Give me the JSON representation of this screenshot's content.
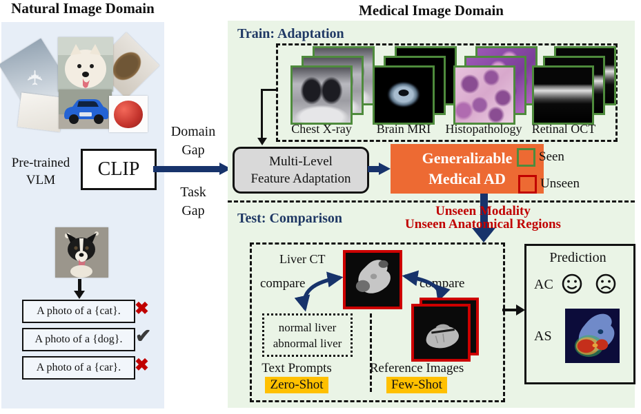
{
  "title_left": "Natural Image Domain",
  "title_right": "Medical Image Domain",
  "left": {
    "pretrained_1": "Pre-trained",
    "pretrained_2": "VLM",
    "clip": "CLIP",
    "prompts": [
      {
        "text": "A photo of a {cat}.",
        "mark": "✖"
      },
      {
        "text": "A photo of a {dog}.",
        "mark": "✔"
      },
      {
        "text": "A photo of a {car}.",
        "mark": "✖"
      }
    ]
  },
  "gap": {
    "domain_1": "Domain",
    "domain_2": "Gap",
    "task_1": "Task",
    "task_2": "Gap"
  },
  "train": {
    "title": "Train: Adaptation",
    "modalities": [
      "Chest X-ray",
      "Brain MRI",
      "Histopathology",
      "Retinal OCT"
    ],
    "adapter_1": "Multi-Level",
    "adapter_2": "Feature Adaptation",
    "model_1": "Generalizable",
    "model_2": "Medical AD",
    "legend_seen": "Seen",
    "legend_unseen": "Unseen"
  },
  "test": {
    "title": "Test: Comparison",
    "unseen_1": "Unseen Modality",
    "unseen_2": "Unseen Anatomical Regions",
    "query": "Liver CT",
    "compare_left": "compare",
    "compare_right": "compare",
    "prompt_1": "normal liver",
    "prompt_2": "abnormal liver",
    "text_prompts": "Text Prompts",
    "zero_shot": "Zero-Shot",
    "reference_images": "Reference Images",
    "few_shot": "Few-Shot",
    "prediction": "Prediction",
    "ac": "AC",
    "as": "AS"
  },
  "icons": {
    "plane": "✈"
  },
  "colors": {
    "navy_arrow": "#17336B",
    "section_navy": "#1F3864",
    "unseen_red": "#C00000",
    "seen_green": "#4E8B3C",
    "model_orange": "#ED6A33",
    "badge_yellow": "#FFC000",
    "panel_blue": "#E7EEF7",
    "panel_green": "#EAF4E6"
  }
}
